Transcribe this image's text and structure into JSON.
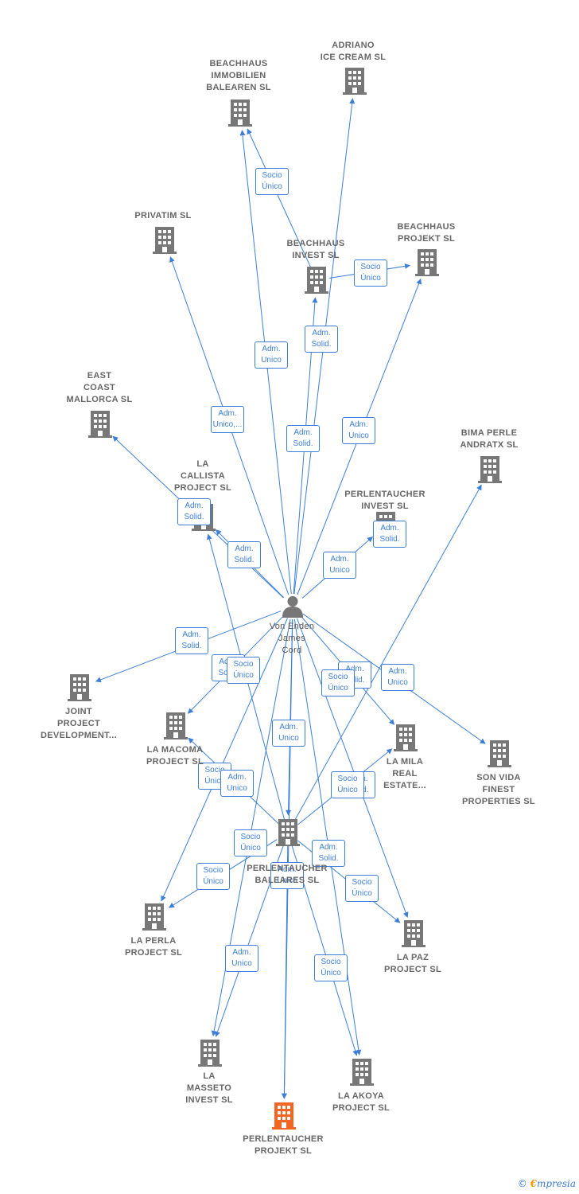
{
  "diagram": {
    "center_person": {
      "id": "person",
      "lines": [
        "Von Enden",
        "James",
        "Cord"
      ],
      "icon": "person-icon"
    },
    "companies": [
      {
        "id": "adriano",
        "lines": [
          "ADRIANO",
          "ICE CREAM SL"
        ],
        "icon": "building-icon"
      },
      {
        "id": "beachhaus-immo",
        "lines": [
          "BEACHHAUS",
          "IMMOBILIEN",
          "BALEAREN  SL"
        ],
        "icon": "building-icon"
      },
      {
        "id": "privatim",
        "lines": [
          "PRIVATIM SL"
        ],
        "icon": "building-icon"
      },
      {
        "id": "beachhaus-invest",
        "lines": [
          "BEACHHAUS",
          "INVEST  SL"
        ],
        "icon": "building-icon"
      },
      {
        "id": "beachhaus-projekt",
        "lines": [
          "BEACHHAUS",
          "PROJEKT  SL"
        ],
        "icon": "building-icon"
      },
      {
        "id": "east-coast",
        "lines": [
          "EAST",
          "COAST",
          "MALLORCA  SL"
        ],
        "icon": "building-icon"
      },
      {
        "id": "bima",
        "lines": [
          "BIMA PERLE",
          "ANDRATX  SL"
        ],
        "icon": "building-icon"
      },
      {
        "id": "la-callista",
        "lines": [
          "LA",
          "CALLISTA",
          "PROJECT  SL"
        ],
        "icon": "building-icon"
      },
      {
        "id": "perlen-invest",
        "lines": [
          "PERLENTAUCHER",
          "INVEST  SL"
        ],
        "icon": "building-icon"
      },
      {
        "id": "joint",
        "lines": [
          "JOINT",
          "PROJECT",
          "DEVELOPMENT..."
        ],
        "icon": "building-icon"
      },
      {
        "id": "la-macoma",
        "lines": [
          "LA MACOMA",
          "PROJECT  SL"
        ],
        "icon": "building-icon"
      },
      {
        "id": "la-mila",
        "lines": [
          "LA MILA",
          "REAL",
          "ESTATE..."
        ],
        "icon": "building-icon"
      },
      {
        "id": "son-vida",
        "lines": [
          "SON VIDA",
          "FINEST",
          "PROPERTIES SL"
        ],
        "icon": "building-icon"
      },
      {
        "id": "perlen-baleares",
        "lines": [
          "PERLENTAUCHER",
          "BALEARES  SL"
        ],
        "icon": "building-icon"
      },
      {
        "id": "la-perla",
        "lines": [
          "LA PERLA",
          "PROJECT  SL"
        ],
        "icon": "building-icon"
      },
      {
        "id": "la-paz",
        "lines": [
          "LA PAZ",
          "PROJECT  SL"
        ],
        "icon": "building-icon"
      },
      {
        "id": "la-masseto",
        "lines": [
          "LA",
          "MASSETO",
          "INVEST  SL"
        ],
        "icon": "building-icon"
      },
      {
        "id": "la-akoya",
        "lines": [
          "LA AKOYA",
          "PROJECT  SL"
        ],
        "icon": "building-icon"
      },
      {
        "id": "perlen-projekt",
        "lines": [
          "PERLENTAUCHER",
          "PROJEKT  SL"
        ],
        "icon": "building-icon",
        "highlight": true
      }
    ],
    "relations": [
      {
        "from": "person",
        "to": "adriano",
        "lines": [
          "Adm.",
          "Solid."
        ]
      },
      {
        "from": "person",
        "to": "beachhaus-immo",
        "lines": [
          "Adm.",
          "Unico"
        ]
      },
      {
        "from": "beachhaus-invest",
        "to": "beachhaus-immo",
        "lines": [
          "Socio",
          "Único"
        ]
      },
      {
        "from": "beachhaus-invest",
        "to": "beachhaus-projekt",
        "lines": [
          "Socio",
          "Único"
        ]
      },
      {
        "from": "person",
        "to": "privatim",
        "lines": [
          "Adm.",
          "Unico,..."
        ]
      },
      {
        "from": "person",
        "to": "beachhaus-invest",
        "lines": [
          "Adm.",
          "Solid."
        ]
      },
      {
        "from": "person",
        "to": "beachhaus-projekt",
        "lines": [
          "Adm.",
          "Unico"
        ]
      },
      {
        "from": "person",
        "to": "east-coast",
        "lines": [
          "Adm.",
          "Solid."
        ]
      },
      {
        "from": "person",
        "to": "la-callista",
        "lines": [
          "Adm.",
          "Solid."
        ]
      },
      {
        "from": "person",
        "to": "perlen-invest",
        "lines": [
          "Adm.",
          "Unico"
        ]
      },
      {
        "from": "perlen-baleares",
        "to": "bima",
        "lines": [
          "Adm.",
          "Solid."
        ]
      },
      {
        "from": "person",
        "to": "joint",
        "lines": [
          "Adm.",
          "Solid."
        ]
      },
      {
        "from": "person",
        "to": "la-macoma",
        "lines": [
          "Adm.",
          "Solid."
        ]
      },
      {
        "from": "perlen-baleares",
        "to": "la-callista",
        "lines": [
          "Socio",
          "Único"
        ]
      },
      {
        "from": "person",
        "to": "perlen-baleares",
        "lines": [
          "Adm.",
          "Unico"
        ]
      },
      {
        "from": "person",
        "to": "la-mila",
        "lines": [
          "Adm.",
          "Solid."
        ]
      },
      {
        "from": "perlen-baleares",
        "to": "la-mila",
        "lines": [
          "Socio",
          "Único"
        ]
      },
      {
        "from": "person",
        "to": "son-vida",
        "lines": [
          "Adm.",
          "Unico"
        ]
      },
      {
        "from": "perlen-baleares",
        "to": "la-macoma",
        "lines": [
          "Socio",
          "Único"
        ]
      },
      {
        "from": "person",
        "to": "la-perla",
        "lines": [
          "Adm.",
          "Unico"
        ]
      },
      {
        "from": "perlen-baleares",
        "to": "la-perla",
        "lines": [
          "Socio",
          "Único"
        ]
      },
      {
        "from": "person",
        "to": "la-paz",
        "lines": [
          "Adm.",
          "Solid."
        ]
      },
      {
        "from": "perlen-baleares",
        "to": "la-paz",
        "lines": [
          "Socio",
          "Único"
        ]
      },
      {
        "from": "person",
        "to": "la-masseto",
        "lines": [
          "Adm.",
          "Solid."
        ]
      },
      {
        "from": "perlen-baleares",
        "to": "la-masseto",
        "lines": [
          "Socio",
          "Único"
        ]
      },
      {
        "from": "person",
        "to": "la-akoya",
        "lines": [
          "Adm.",
          "Unico"
        ]
      },
      {
        "from": "perlen-baleares",
        "to": "la-akoya",
        "lines": [
          "Socio",
          "Único"
        ]
      },
      {
        "from": "person",
        "to": "perlen-projekt",
        "lines": [
          "Adm.",
          "Unico"
        ]
      },
      {
        "from": "perlen-baleares",
        "to": "perlen-projekt",
        "lines": [
          "Socio",
          "Único"
        ]
      }
    ]
  },
  "footer": {
    "copyright": "©",
    "brand_e": "€",
    "brand_rest": "mpresia"
  },
  "colors": {
    "edge": "#3d7fd6",
    "node": "#777777",
    "highlight": "#f26522"
  }
}
